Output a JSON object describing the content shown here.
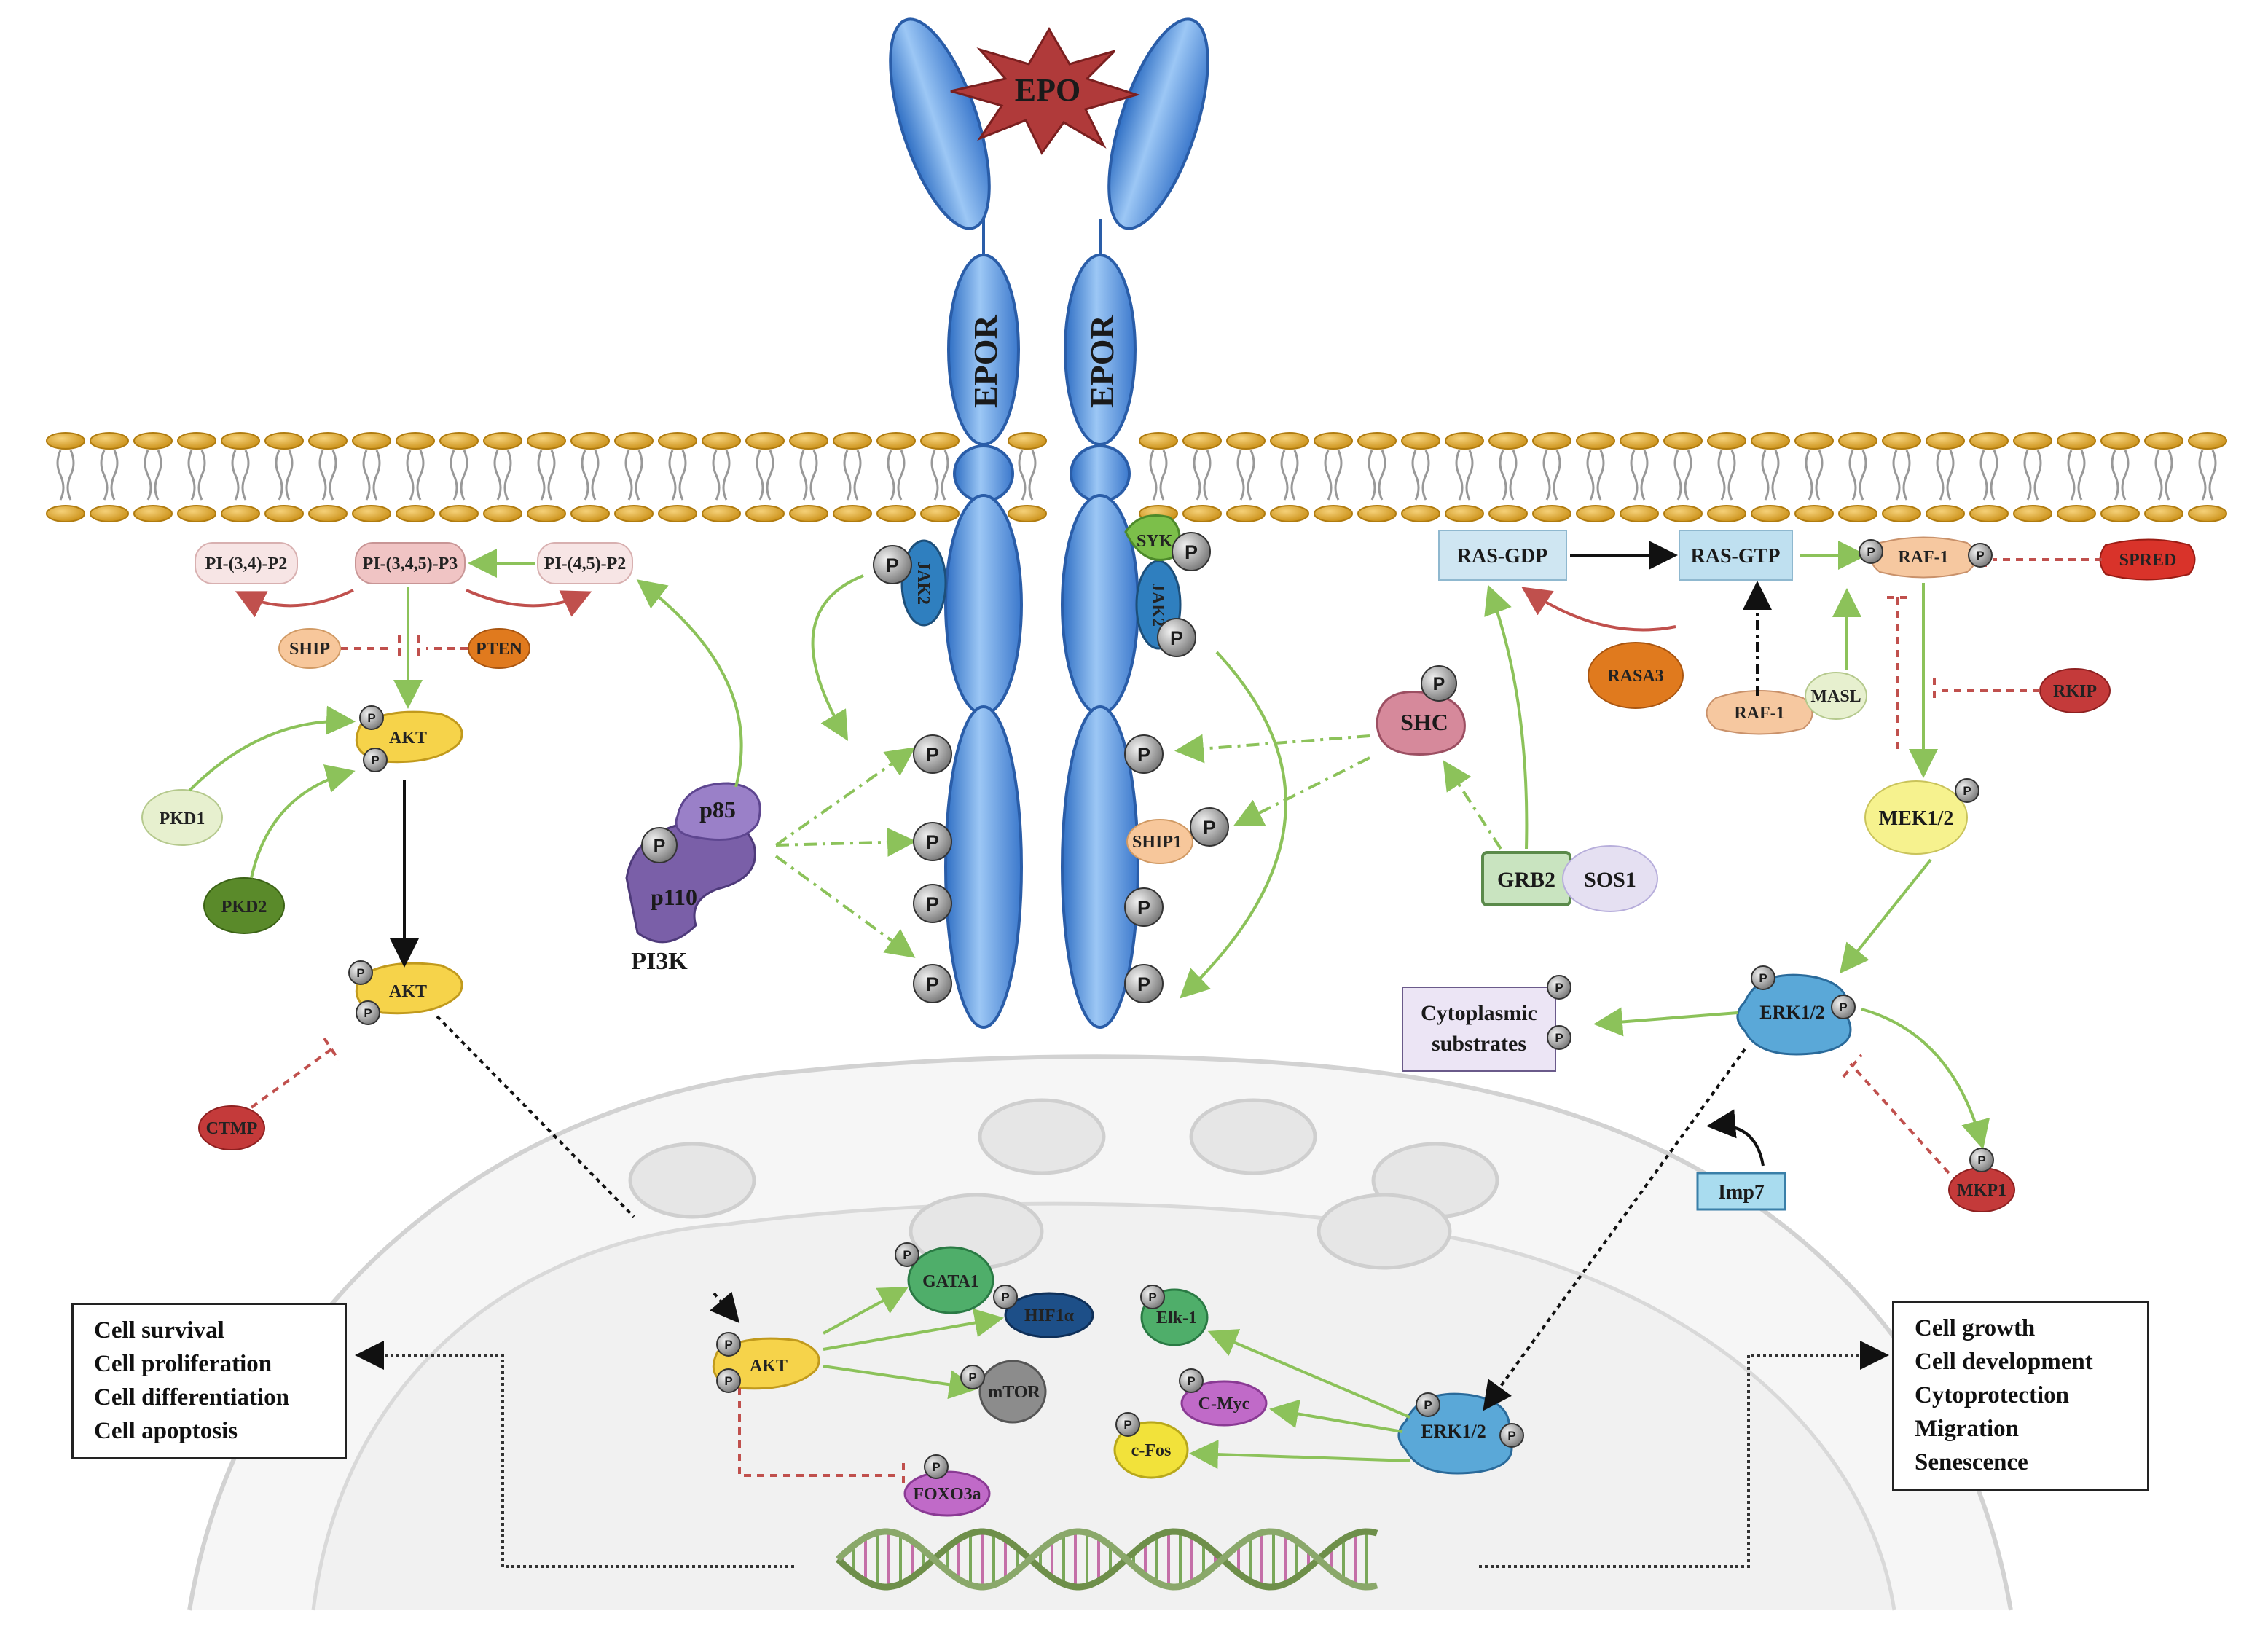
{
  "ligand": "EPO",
  "receptor": {
    "left": "EPOR",
    "right": "EPOR"
  },
  "kinases": {
    "jak_left": "JAK2",
    "jak_right": "JAK2",
    "syk": "SYK"
  },
  "pi3k": {
    "p85": "p85",
    "p110": "p110",
    "label": "PI3K"
  },
  "lipids": {
    "pi34p2": "PI-(3,4)-P2",
    "pi345p3": "PI-(3,4,5)-P3",
    "pi45p2": "PI-(4,5)-P2",
    "ship": "SHIP",
    "pten": "PTEN"
  },
  "akt_pathway": {
    "akt": "AKT",
    "pkd1": "PKD1",
    "pkd2": "PKD2",
    "ctmp": "CTMP"
  },
  "ras_pathway": {
    "ras_gdp": "RAS-GDP",
    "ras_gtp": "RAS-GTP",
    "rasa3": "RASA3",
    "raf1": "RAF-1",
    "masl": "MASL",
    "spred": "SPRED",
    "rkip": "RKIP",
    "mek": "MEK1/2",
    "erk": "ERK1/2",
    "mkp1": "MKP1",
    "imp7": "Imp7",
    "cyto_line1": "Cytoplasmic",
    "cyto_line2": "substrates"
  },
  "adapters": {
    "shc": "SHC",
    "ship1": "SHIP1",
    "grb2": "GRB2",
    "sos1": "SOS1"
  },
  "nucleus": {
    "gata1": "GATA1",
    "hif1a": "HIF1α",
    "mtor": "mTOR",
    "foxo3a": "FOXO3a",
    "elk1": "Elk-1",
    "cmyc": "C-Myc",
    "cfos": "c-Fos"
  },
  "phospho": "P",
  "outcomes_left": [
    "Cell survival",
    "Cell proliferation",
    "Cell differentiation",
    "Cell apoptosis"
  ],
  "outcomes_right": [
    "Cell growth",
    "Cell development",
    "Cytoprotection",
    "Migration",
    "Senescence"
  ],
  "colors": {
    "receptor": "#5b9be0",
    "epo": "#b03a3a",
    "activation_arrow": "#8cc25a",
    "inhibition": "#c0504d",
    "membrane_head": "#e0a92c"
  }
}
